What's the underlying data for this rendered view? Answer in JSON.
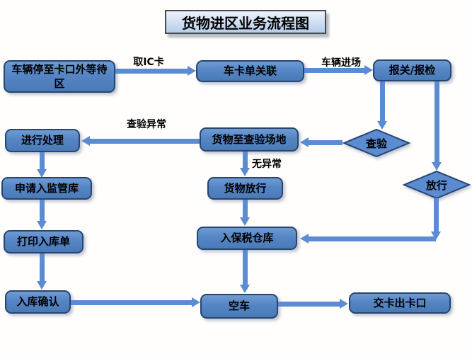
{
  "title": "货物进区业务流程图",
  "nodes": {
    "wait_area": "车辆停至卡口外等待区",
    "card_link": "车卡单关联",
    "declare": "报关/报检",
    "inspect": "查验",
    "release": "放行",
    "handle": "进行处理",
    "inspect_site": "货物至查验场地",
    "cargo_release": "货物放行",
    "apply_warehouse": "申请入监管库",
    "print_slip": "打印入库单",
    "confirm_in": "入库确认",
    "bonded_warehouse": "入保税仓库",
    "empty_truck": "空车",
    "exit_gate": "交卡出卡口"
  },
  "edge_labels": {
    "take_ic_card": "取IC卡",
    "vehicle_enter": "车辆进场",
    "inspect_abnormal": "查验异常",
    "no_abnormal": "无异常"
  },
  "colors": {
    "node_fill": "#5585c4",
    "node_border": "#26456f",
    "arrow": "#5b8bd0",
    "title_background": "#cdddf2",
    "text": "#000000",
    "background": "#fffefd"
  }
}
